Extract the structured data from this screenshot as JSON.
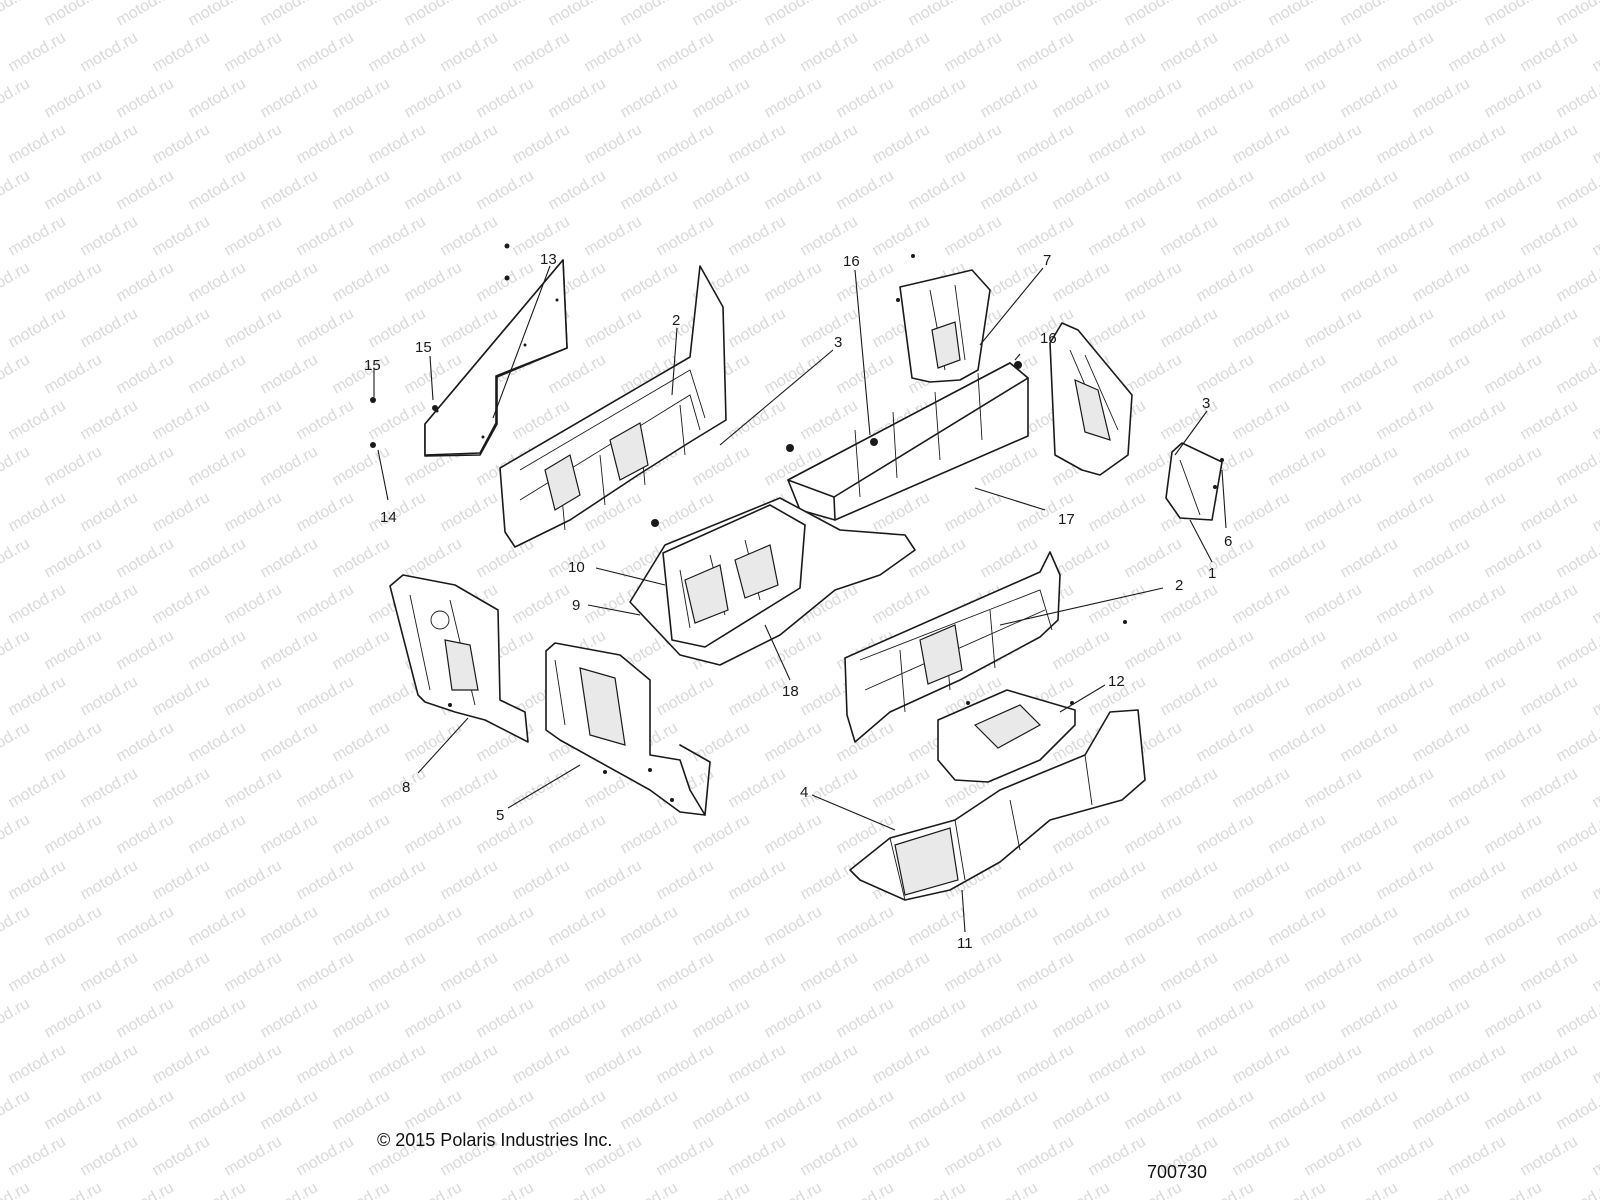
{
  "watermark": {
    "text": "motod.ru",
    "color": "#d9d9d9"
  },
  "copyright": "© 2015 Polaris Industries Inc.",
  "drawing_number": "700730",
  "callouts": [
    "13",
    "2",
    "3",
    "16",
    "7",
    "16",
    "15",
    "15",
    "14",
    "3",
    "17",
    "6",
    "1",
    "10",
    "9",
    "2",
    "18",
    "12",
    "8",
    "5",
    "4",
    "11"
  ]
}
